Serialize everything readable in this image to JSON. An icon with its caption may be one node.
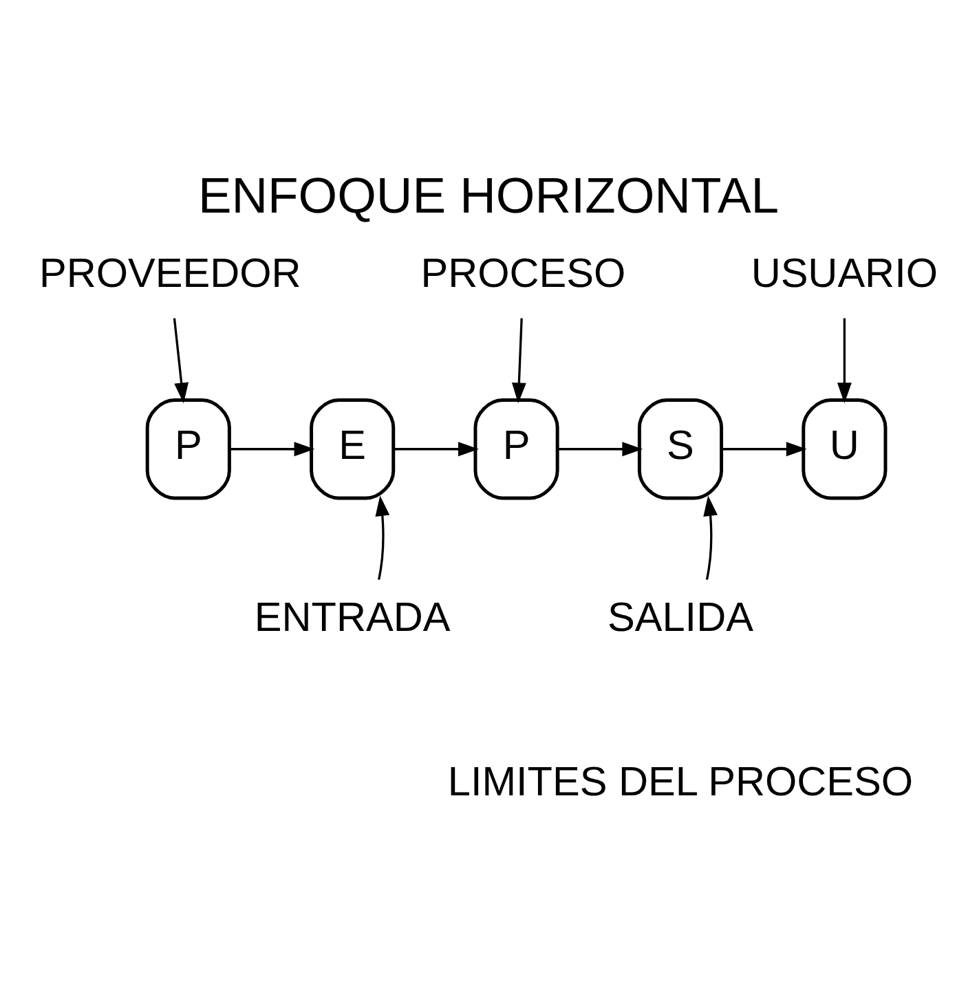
{
  "diagram": {
    "title": "ENFOQUE HORIZONTAL",
    "nodes": [
      {
        "text": [
          "PROVEEDOR"
        ]
      },
      {
        "text": [
          "PROCESO"
        ]
      },
      {
        "text": [
          "USUARIO"
        ]
      },
      {
        "text": [
          "P"
        ]
      },
      {
        "text": [
          "E"
        ]
      },
      {
        "text": [
          "P"
        ]
      },
      {
        "text": [
          "S"
        ]
      },
      {
        "text": [
          "U"
        ]
      },
      {
        "text": [
          "ENTRADA"
        ]
      },
      {
        "text": [
          "SALIDA"
        ]
      }
    ],
    "edges": [
      {
        "from": 3,
        "to": 4,
        "arrow": "to"
      },
      {
        "from": 4,
        "to": 5,
        "arrow": "to"
      },
      {
        "from": 5,
        "to": 6,
        "arrow": "to"
      },
      {
        "from": 6,
        "to": 7,
        "arrow": "to"
      },
      {
        "from": 0,
        "to": 3,
        "arrow": "to"
      },
      {
        "from": 1,
        "to": 5,
        "arrow": "to"
      },
      {
        "from": 2,
        "to": 7,
        "arrow": "to"
      },
      {
        "from": 8,
        "to": 4,
        "arrow": "to"
      },
      {
        "from": 9,
        "to": 6,
        "arrow": "to"
      }
    ],
    "labels": [
      "LIMITES DEL PROCESO"
    ]
  }
}
